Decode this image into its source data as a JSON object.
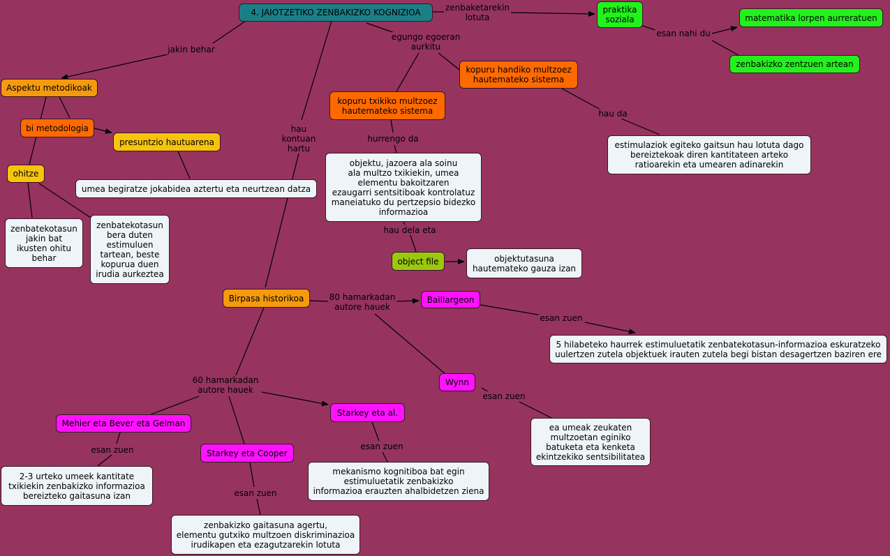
{
  "nodes": {
    "root": "4. JAIOTZETIKO ZENBAKIZKO KOGNIZIOA",
    "praktika": "praktika\nsoziala",
    "matematika": "matematika lorpen aurreratuen",
    "zentzuen": "zenbakizko zentzuen artean",
    "aspektu": "Aspektu metodikoak",
    "bi": "bi metodologia",
    "presuntzio": "presuntzio hautuarena",
    "ohitze": "ohitze",
    "umea_begiratze": "umea begiratze jokabidea aztertu eta neurtzean datza",
    "zenbatekotasun1": "zenbatekotasun\njakin bat\nikusten ohitu\nbehar",
    "zenbatekotasun2": "zenbatekotasun\nbera duten\nestimuluen\ntartean, beste\nkopurua duen\nirudia aurkeztea",
    "kopuru_txiki": "kopuru txikiko multzoez\nhautemateko sistema",
    "kopuru_handi": "kopuru handiko multzoez\nhautemateko sistema",
    "estimulazio": "estimulaziok egiteko gaitsun hau lotuta dago\nbereiztekoak diren kantitateen arteko\nratioarekin eta umearen adinarekin",
    "objektu": "objektu, jazoera ala soinu\nala multzo txikiekin, umea\nelementu bakoitzaren\nezaugarri sentsitiboak kontrolatuz\nmaneiatuko du pertzepsio bidezko\ninformazioa",
    "object_file": "object file",
    "objektutasuna": "objektutasuna\nhautemateko gauza izan",
    "birpasa": "Birpasa historikoa",
    "baillargeon": "Baillargeon",
    "hilabete": "5 hilabeteko haurrek estimuluetatik zenbatekotasun-informazioa eskuratzeko\nuulertzen zutela objektuek irauten zutela begi bistan desagertzen baziren ere",
    "wynn": "Wynn",
    "ea_umeak": "ea umeak zeukaten\nmultzoetan eginiko\nbatuketa eta kenketa\nekintzekiko sentsibilitatea",
    "starkey_al": "Starkey eta al.",
    "mekanismo": "mekanismo kognitiboa bat egin\nestimuluetatik zenbakizko\ninformazioa erauzten ahalbidetzen ziena",
    "mehler": "Mehier eta Bever eta Gelman",
    "urteko": "2-3 urteko umeek kantitate\ntxikiekin zenbakizko informazioa\nbereizteko gaitasuna izan",
    "starkey_cooper": "Starkey eta Cooper",
    "gaitasuna": "zenbakizko gaitasuna agertu,\nelementu gutxiko multzoen diskriminazioa\nirudikapen eta ezagutzarekin lotuta"
  },
  "labels": {
    "zenbaketarekin": "zenbaketarekin\nlotuta",
    "esan_nahi_du": "esan nahi du",
    "jakin_behar": "jakin behar",
    "egungo": "egungo egoeran\naurkitu",
    "hau_kontuan": "hau\nkontuan\nhartu",
    "hau_da": "hau da",
    "hurrengo_da": "hurrengo da",
    "hau_dela_eta": "hau dela eta",
    "hamarkada80": "80 hamarkadan\nautore hauek",
    "esan_zuen_baillargeon": "esan zuen",
    "esan_zuen_wynn": "esan zuen",
    "hamarkada60": "60 hamarkadan\nautore hauek",
    "esan_zuen_mehler": "esan zuen",
    "esan_zuen_starkey_al": "esan zuen",
    "esan_zuen_cooper": "esan zuen"
  },
  "colors": {
    "background": "#96345f",
    "teal": "#1b7f86",
    "orange": "#f59a0c",
    "dark_orange": "#ff6a00",
    "yellow": "#f7c30d",
    "green": "#22f21c",
    "lime": "#9bc80e",
    "magenta": "#ff12ff",
    "white": "#eef4f7"
  }
}
